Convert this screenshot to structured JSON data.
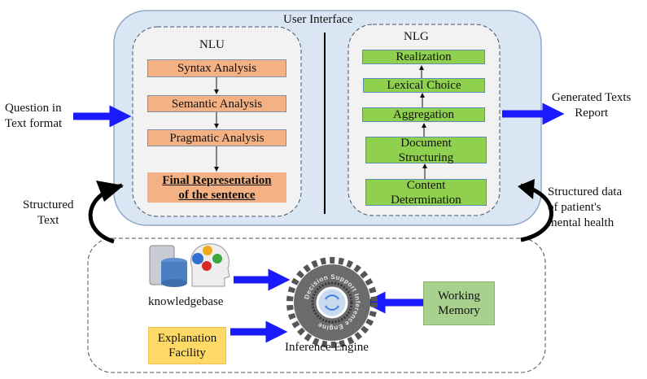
{
  "user_interface": {
    "title": "User Interface",
    "nlu": {
      "title": "NLU",
      "steps": [
        "Syntax Analysis",
        "Semantic Analysis",
        "Pragmatic Analysis"
      ],
      "final": [
        "Final Representation",
        "of the sentence"
      ]
    },
    "nlg": {
      "title": "NLG",
      "steps": [
        "Realization",
        "Lexical Choice",
        "Aggregation",
        "Document Structuring",
        "Content Determination"
      ]
    }
  },
  "input": {
    "label_line1": "Question in",
    "label_line2": "Text format"
  },
  "output": {
    "label_line1": "Generated Texts",
    "label_line2": "Report"
  },
  "left_link": {
    "line1": "Structured",
    "line2": "Text"
  },
  "right_link": {
    "line1": "Structured data",
    "line2": "of patient's",
    "line3": "mental health"
  },
  "backend": {
    "knowledgebase": "knowledgebase",
    "explanation": "Explanation Facility",
    "working_memory": "Working Memory",
    "inference_engine": "Inference Engine",
    "gear_logo_text": "Decision Support Inference Engine"
  },
  "colors": {
    "arrow": "#1a1aff",
    "nlu_box": "#f4b183",
    "nlg_box": "#8fd14f",
    "ui_bg": "#dae6f3",
    "explanation": "#ffd966",
    "working_memory": "#a9d18e"
  }
}
